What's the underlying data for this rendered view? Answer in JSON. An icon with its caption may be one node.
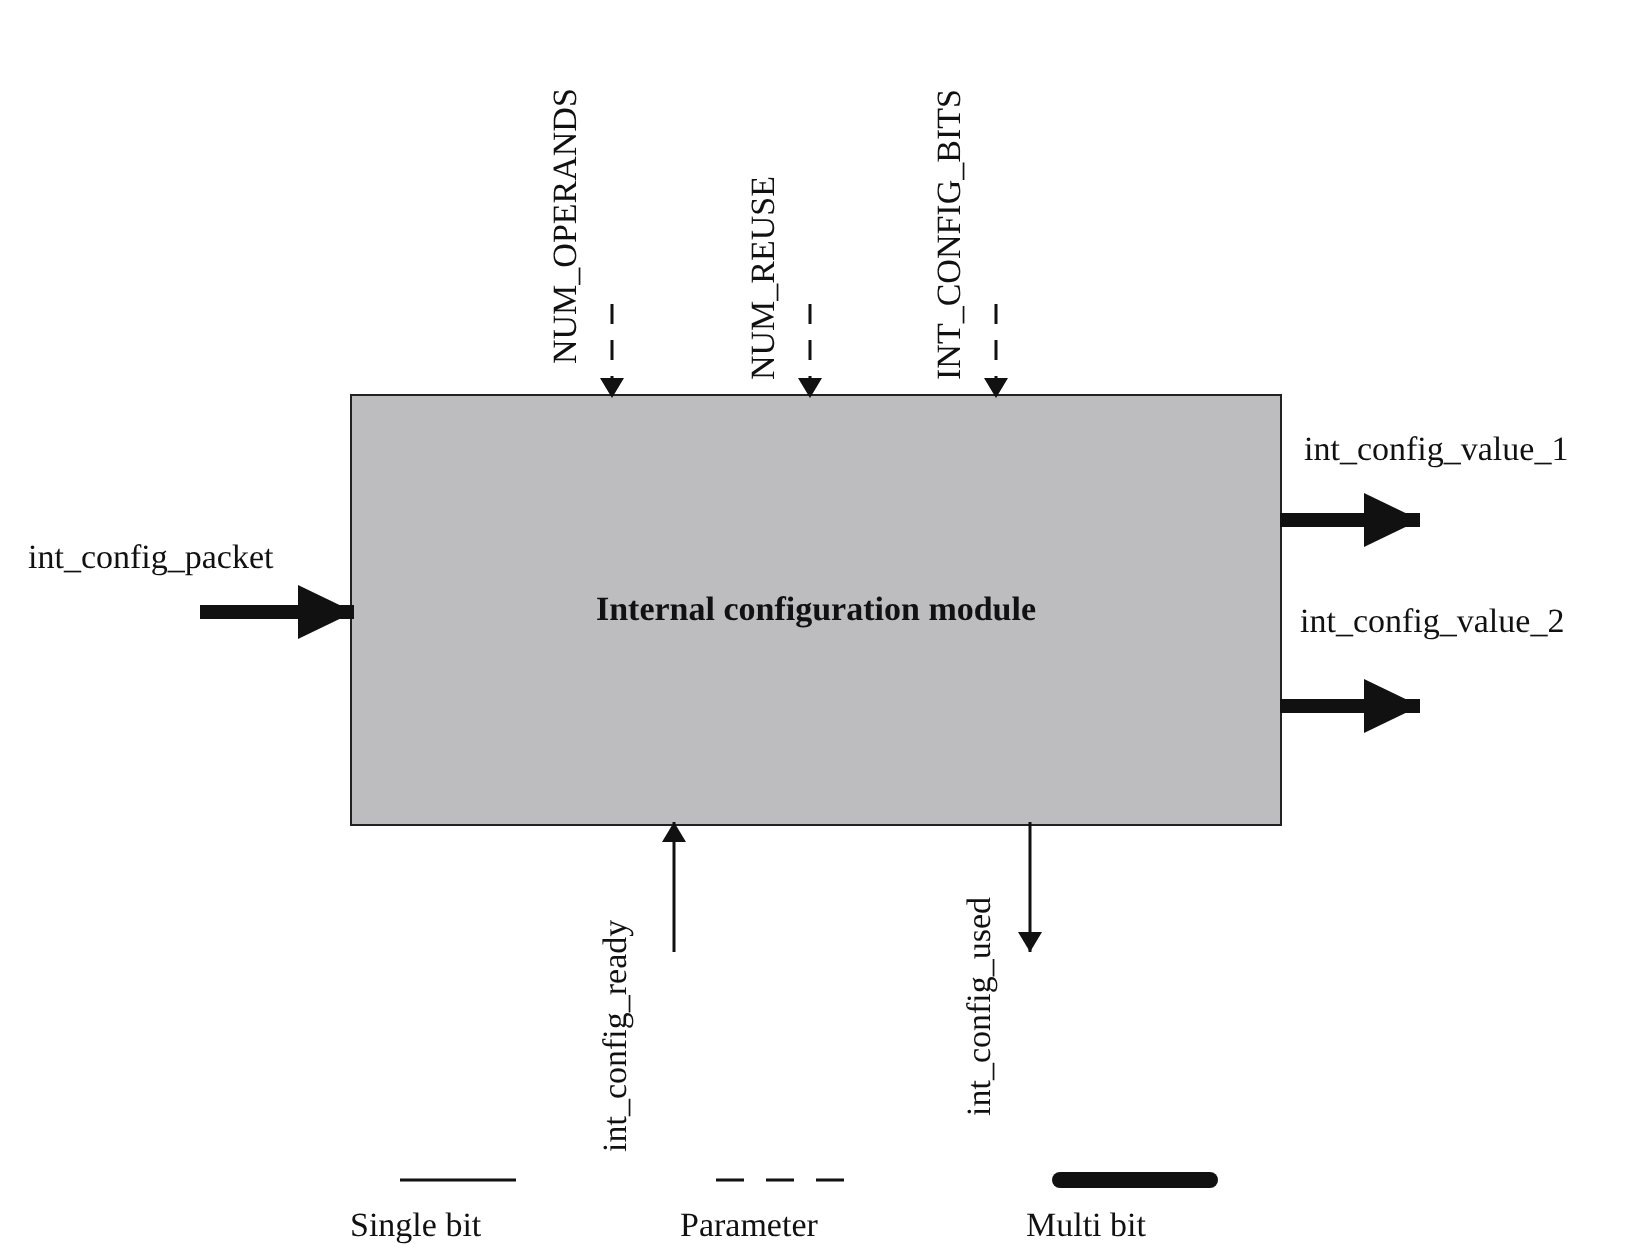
{
  "diagram": {
    "nodes": [
      {
        "text": [
          "Internal configuration module"
        ]
      },
      {
        "text": [
          "NUM_OPERANDS"
        ]
      },
      {
        "text": [
          "NUM_REUSE"
        ]
      },
      {
        "text": [
          "INT_CONFIG_BITS"
        ]
      },
      {
        "text": [
          "int_config_packet"
        ]
      },
      {
        "text": [
          "int_config_value_1"
        ]
      },
      {
        "text": [
          "int_config_value_2"
        ]
      },
      {
        "text": [
          "int_config_ready"
        ]
      },
      {
        "text": [
          "int_config_used"
        ]
      }
    ],
    "edges": [
      {
        "from": 1,
        "to": 0,
        "arrow": "to",
        "style": "dashed"
      },
      {
        "from": 2,
        "to": 0,
        "arrow": "to",
        "style": "dashed"
      },
      {
        "from": 3,
        "to": 0,
        "arrow": "to",
        "style": "dashed"
      },
      {
        "from": 4,
        "to": 0,
        "arrow": "to",
        "style": "thick"
      },
      {
        "from": 0,
        "to": 5,
        "arrow": "to",
        "style": "thick"
      },
      {
        "from": 0,
        "to": 6,
        "arrow": "to",
        "style": "thick"
      },
      {
        "from": 7,
        "to": 0,
        "arrow": "to"
      },
      {
        "from": 0,
        "to": 8,
        "arrow": "to"
      }
    ],
    "legend": [
      {
        "text": "Single bit"
      },
      {
        "text": "Parameter"
      },
      {
        "text": "Multi bit"
      }
    ]
  }
}
